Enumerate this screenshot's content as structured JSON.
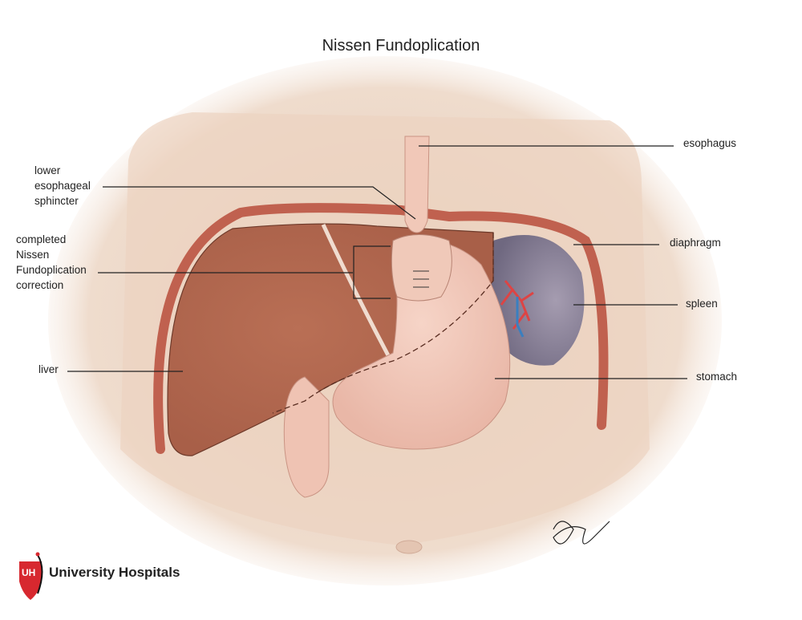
{
  "title": "Nissen Fundoplication",
  "labels": {
    "esophagus": "esophagus",
    "les_line1": "lower",
    "les_line2": "esophageal",
    "les_line3": "sphincter",
    "nissen_line1": "completed",
    "nissen_line2": "Nissen",
    "nissen_line3": "Fundoplication",
    "nissen_line4": "correction",
    "diaphragm": "diaphragm",
    "spleen": "spleen",
    "liver": "liver",
    "stomach": "stomach"
  },
  "logo": {
    "mark": "UH",
    "name": "University Hospitals",
    "color": "#d7282f"
  },
  "colors": {
    "skin": "#ecd3c2",
    "liver": "#b8725a",
    "stomach": "#f2c9bb",
    "diaphragm": "#c0614f",
    "spleen": "#8d8596"
  }
}
